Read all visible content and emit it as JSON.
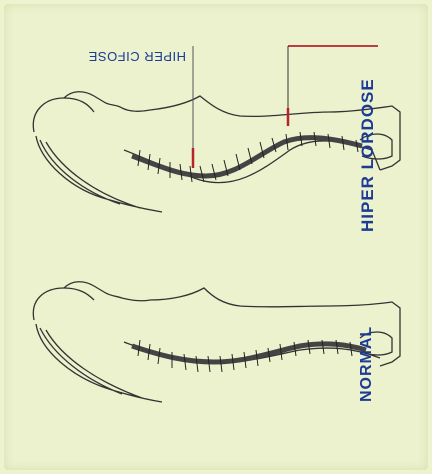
{
  "labels": {
    "hiper_cifose": "HIPER CIFOSE",
    "hiper_lordose": "HIPER LORDOSE",
    "normal": "NORMAL"
  },
  "colors": {
    "background": "#eef3cf",
    "label_text": "#1b3b95",
    "marker_line": "#b8232b",
    "drawing": "#333333"
  },
  "figures": [
    {
      "name": "abnormal-posture-figure",
      "posture": "hiper lordose / hiper cifose"
    },
    {
      "name": "normal-posture-figure",
      "posture": "normal"
    }
  ]
}
